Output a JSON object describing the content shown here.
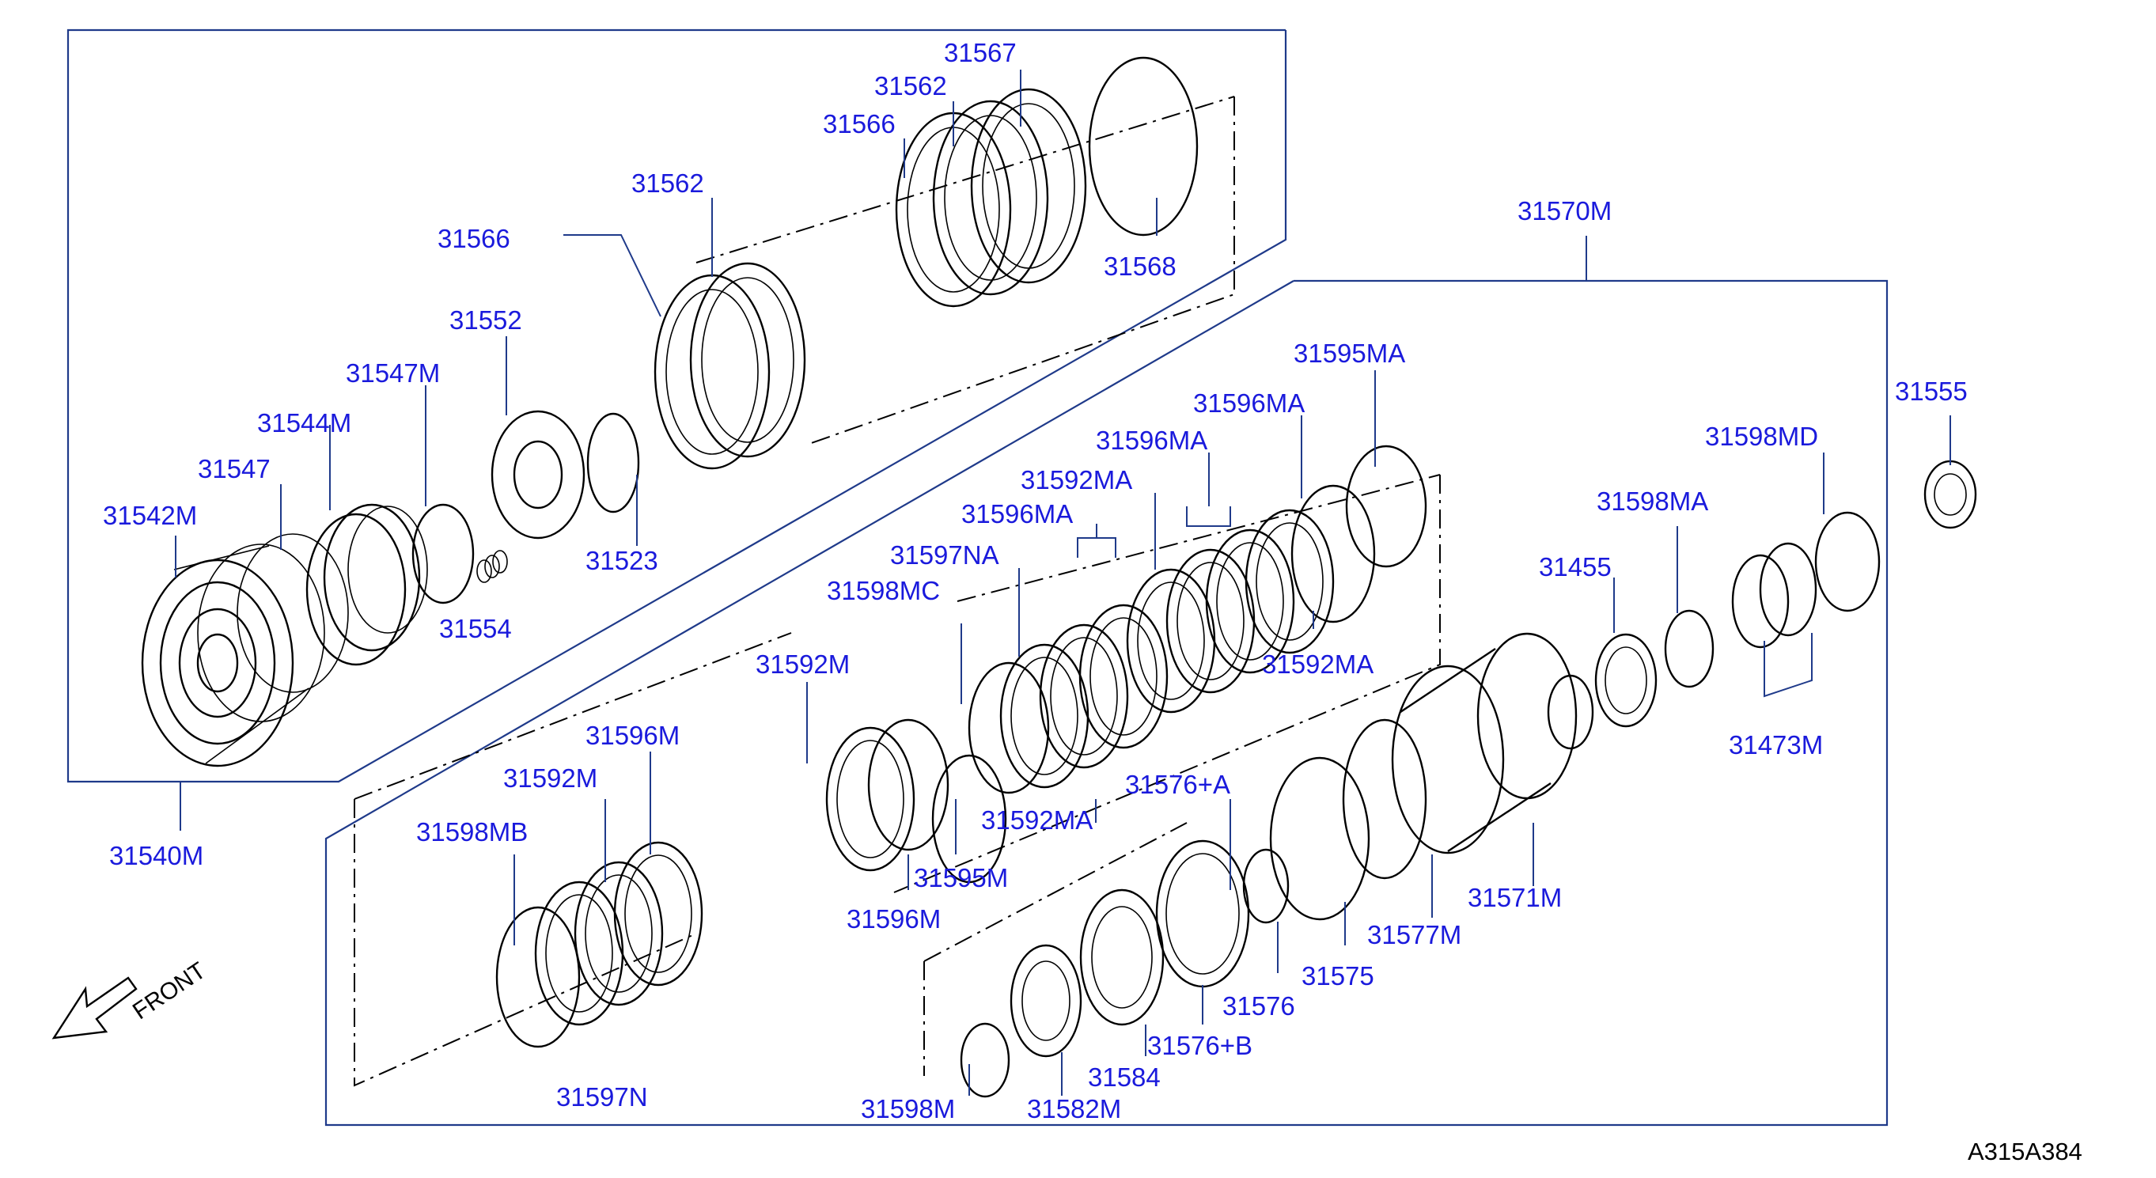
{
  "diagram_code": "A315A384",
  "front_label": "FRONT",
  "parts": {
    "p31567": "31567",
    "p31562_top": "31562",
    "p31566_top": "31566",
    "p31562_mid": "31562",
    "p31566_mid": "31566",
    "p31568": "31568",
    "p31552": "31552",
    "p31547M": "31547M",
    "p31544M": "31544M",
    "p31547": "31547",
    "p31542M": "31542M",
    "p31523": "31523",
    "p31554": "31554",
    "p31540M": "31540M",
    "p31570M": "31570M",
    "p31595MA": "31595MA",
    "p31596MA_1": "31596MA",
    "p31596MA_2": "31596MA",
    "p31592MA_1": "31592MA",
    "p31596MA_3": "31596MA",
    "p31597NA": "31597NA",
    "p31598MC": "31598MC",
    "p31592MA_2": "31592MA",
    "p31592M_1": "31592M",
    "p31596M_1": "31596M",
    "p31592M_2": "31592M",
    "p31598MB": "31598MB",
    "p31592MA_3": "31592MA",
    "p31595M": "31595M",
    "p31596M_2": "31596M",
    "p31597N": "31597N",
    "p31576A": "31576+A",
    "p31571M": "31571M",
    "p31577M": "31577M",
    "p31575": "31575",
    "p31576": "31576",
    "p31576B": "31576+B",
    "p31584": "31584",
    "p31582M": "31582M",
    "p31598M": "31598M",
    "p31555": "31555",
    "p31598MD": "31598MD",
    "p31598MA": "31598MA",
    "p31455": "31455",
    "p31473M": "31473M"
  }
}
